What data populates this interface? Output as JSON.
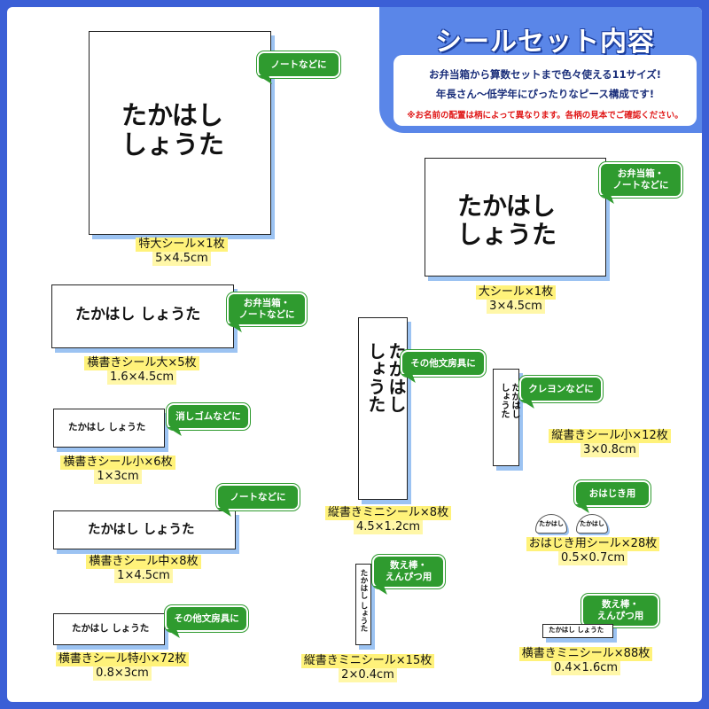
{
  "header": {
    "title": "シールセット内容",
    "line1": "お弁当箱から算数セットまで色々使える11サイズ!",
    "line2": "年長さん～低学年にぴったりなピース構成です!",
    "note": "※お名前の配置は柄によって異なります。各柄の見本でご確認ください。"
  },
  "name_two_line": "たかはし\nしょうた",
  "name_one_line": "たかはし しょうた",
  "items": {
    "tokudai": {
      "title": "特大シール×1枚",
      "size": "5×4.5cm",
      "bubble": "ノートなどに"
    },
    "dai": {
      "title": "大シール×1枚",
      "size": "3×4.5cm",
      "bubble": "お弁当箱・\nノートなどに"
    },
    "yoko_dai": {
      "title": "横書きシール大×5枚",
      "size": "1.6×4.5cm",
      "bubble": "お弁当箱・\nノートなどに"
    },
    "tate_mini8": {
      "title": "縦書きミニシール×8枚",
      "size": "4.5×1.2cm",
      "bubble": "その他文房具に"
    },
    "tate_sho": {
      "title": "縦書きシール小×12枚",
      "size": "3×0.8cm",
      "bubble": "クレヨンなどに"
    },
    "yoko_sho": {
      "title": "横書きシール小×6枚",
      "size": "1×3cm",
      "bubble": "消しゴムなどに"
    },
    "yoko_chu": {
      "title": "横書きシール中×8枚",
      "size": "1×4.5cm",
      "bubble": "ノートなどに"
    },
    "ohajiki": {
      "title": "おはじき用シール×28枚",
      "size": "0.5×0.7cm",
      "bubble": "おはじき用"
    },
    "tate_mini15": {
      "title": "縦書きミニシール×15枚",
      "size": "2×0.4cm",
      "bubble": "数え棒・\nえんぴつ用"
    },
    "yoko_mini88": {
      "title": "横書きミニシール×88枚",
      "size": "0.4×1.6cm",
      "bubble": "数え棒・\nえんぴつ用"
    },
    "yoko_tokusho": {
      "title": "横書きシール特小×72枚",
      "size": "0.8×3cm",
      "bubble": "その他文房具に"
    }
  },
  "ohajiki_chip_text": "たかはし"
}
